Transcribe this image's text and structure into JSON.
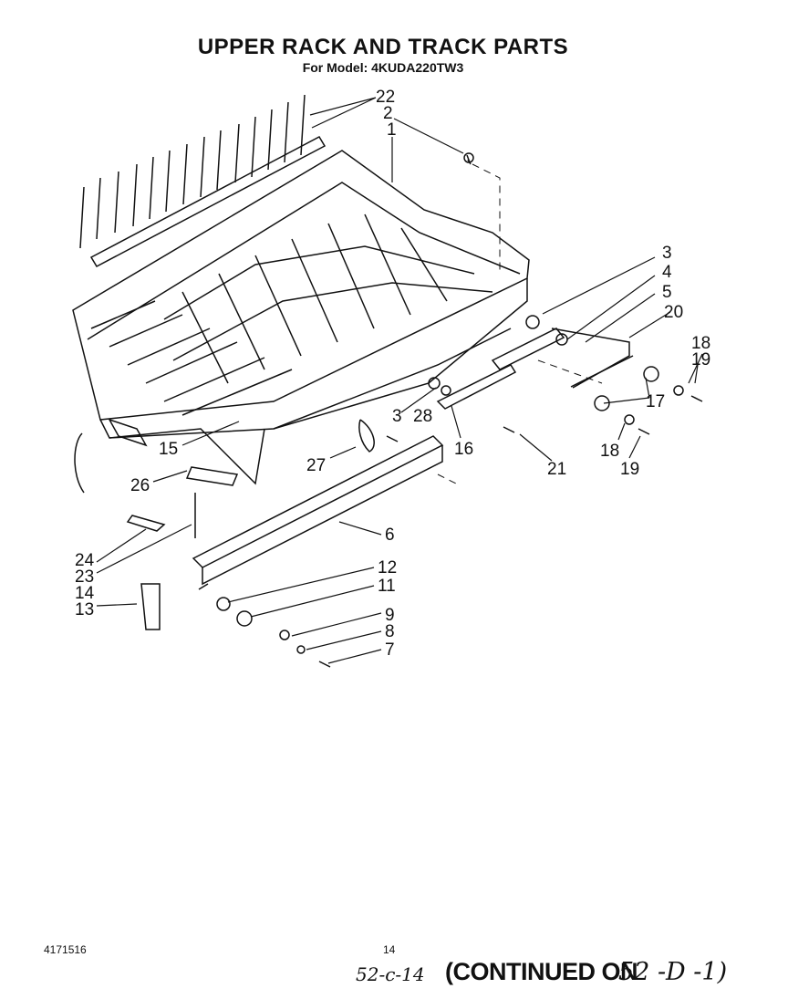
{
  "header": {
    "title": "UPPER RACK AND TRACK PARTS",
    "subtitle": "For Model: 4KUDA220TW3"
  },
  "callouts": {
    "c22": "22",
    "c2": "2",
    "c1": "1",
    "c3a": "3",
    "c4": "4",
    "c5": "5",
    "c20": "20",
    "c18a": "18",
    "c19a": "19",
    "c17": "17",
    "c18b": "18",
    "c19b": "19",
    "c21": "21",
    "c16": "16",
    "c3b": "3",
    "c28": "28",
    "c15": "15",
    "c27": "27",
    "c26": "26",
    "c6": "6",
    "c24": "24",
    "c23": "23",
    "c14": "14",
    "c13": "13",
    "c12": "12",
    "c11": "11",
    "c9": "9",
    "c8": "8",
    "c7": "7"
  },
  "footer": {
    "doc_number": "4171516",
    "page_number": "14",
    "handwritten_ref": "52-c-14",
    "continued": "(CONTINUED ON",
    "handwritten_target": "52 -D -1)"
  }
}
